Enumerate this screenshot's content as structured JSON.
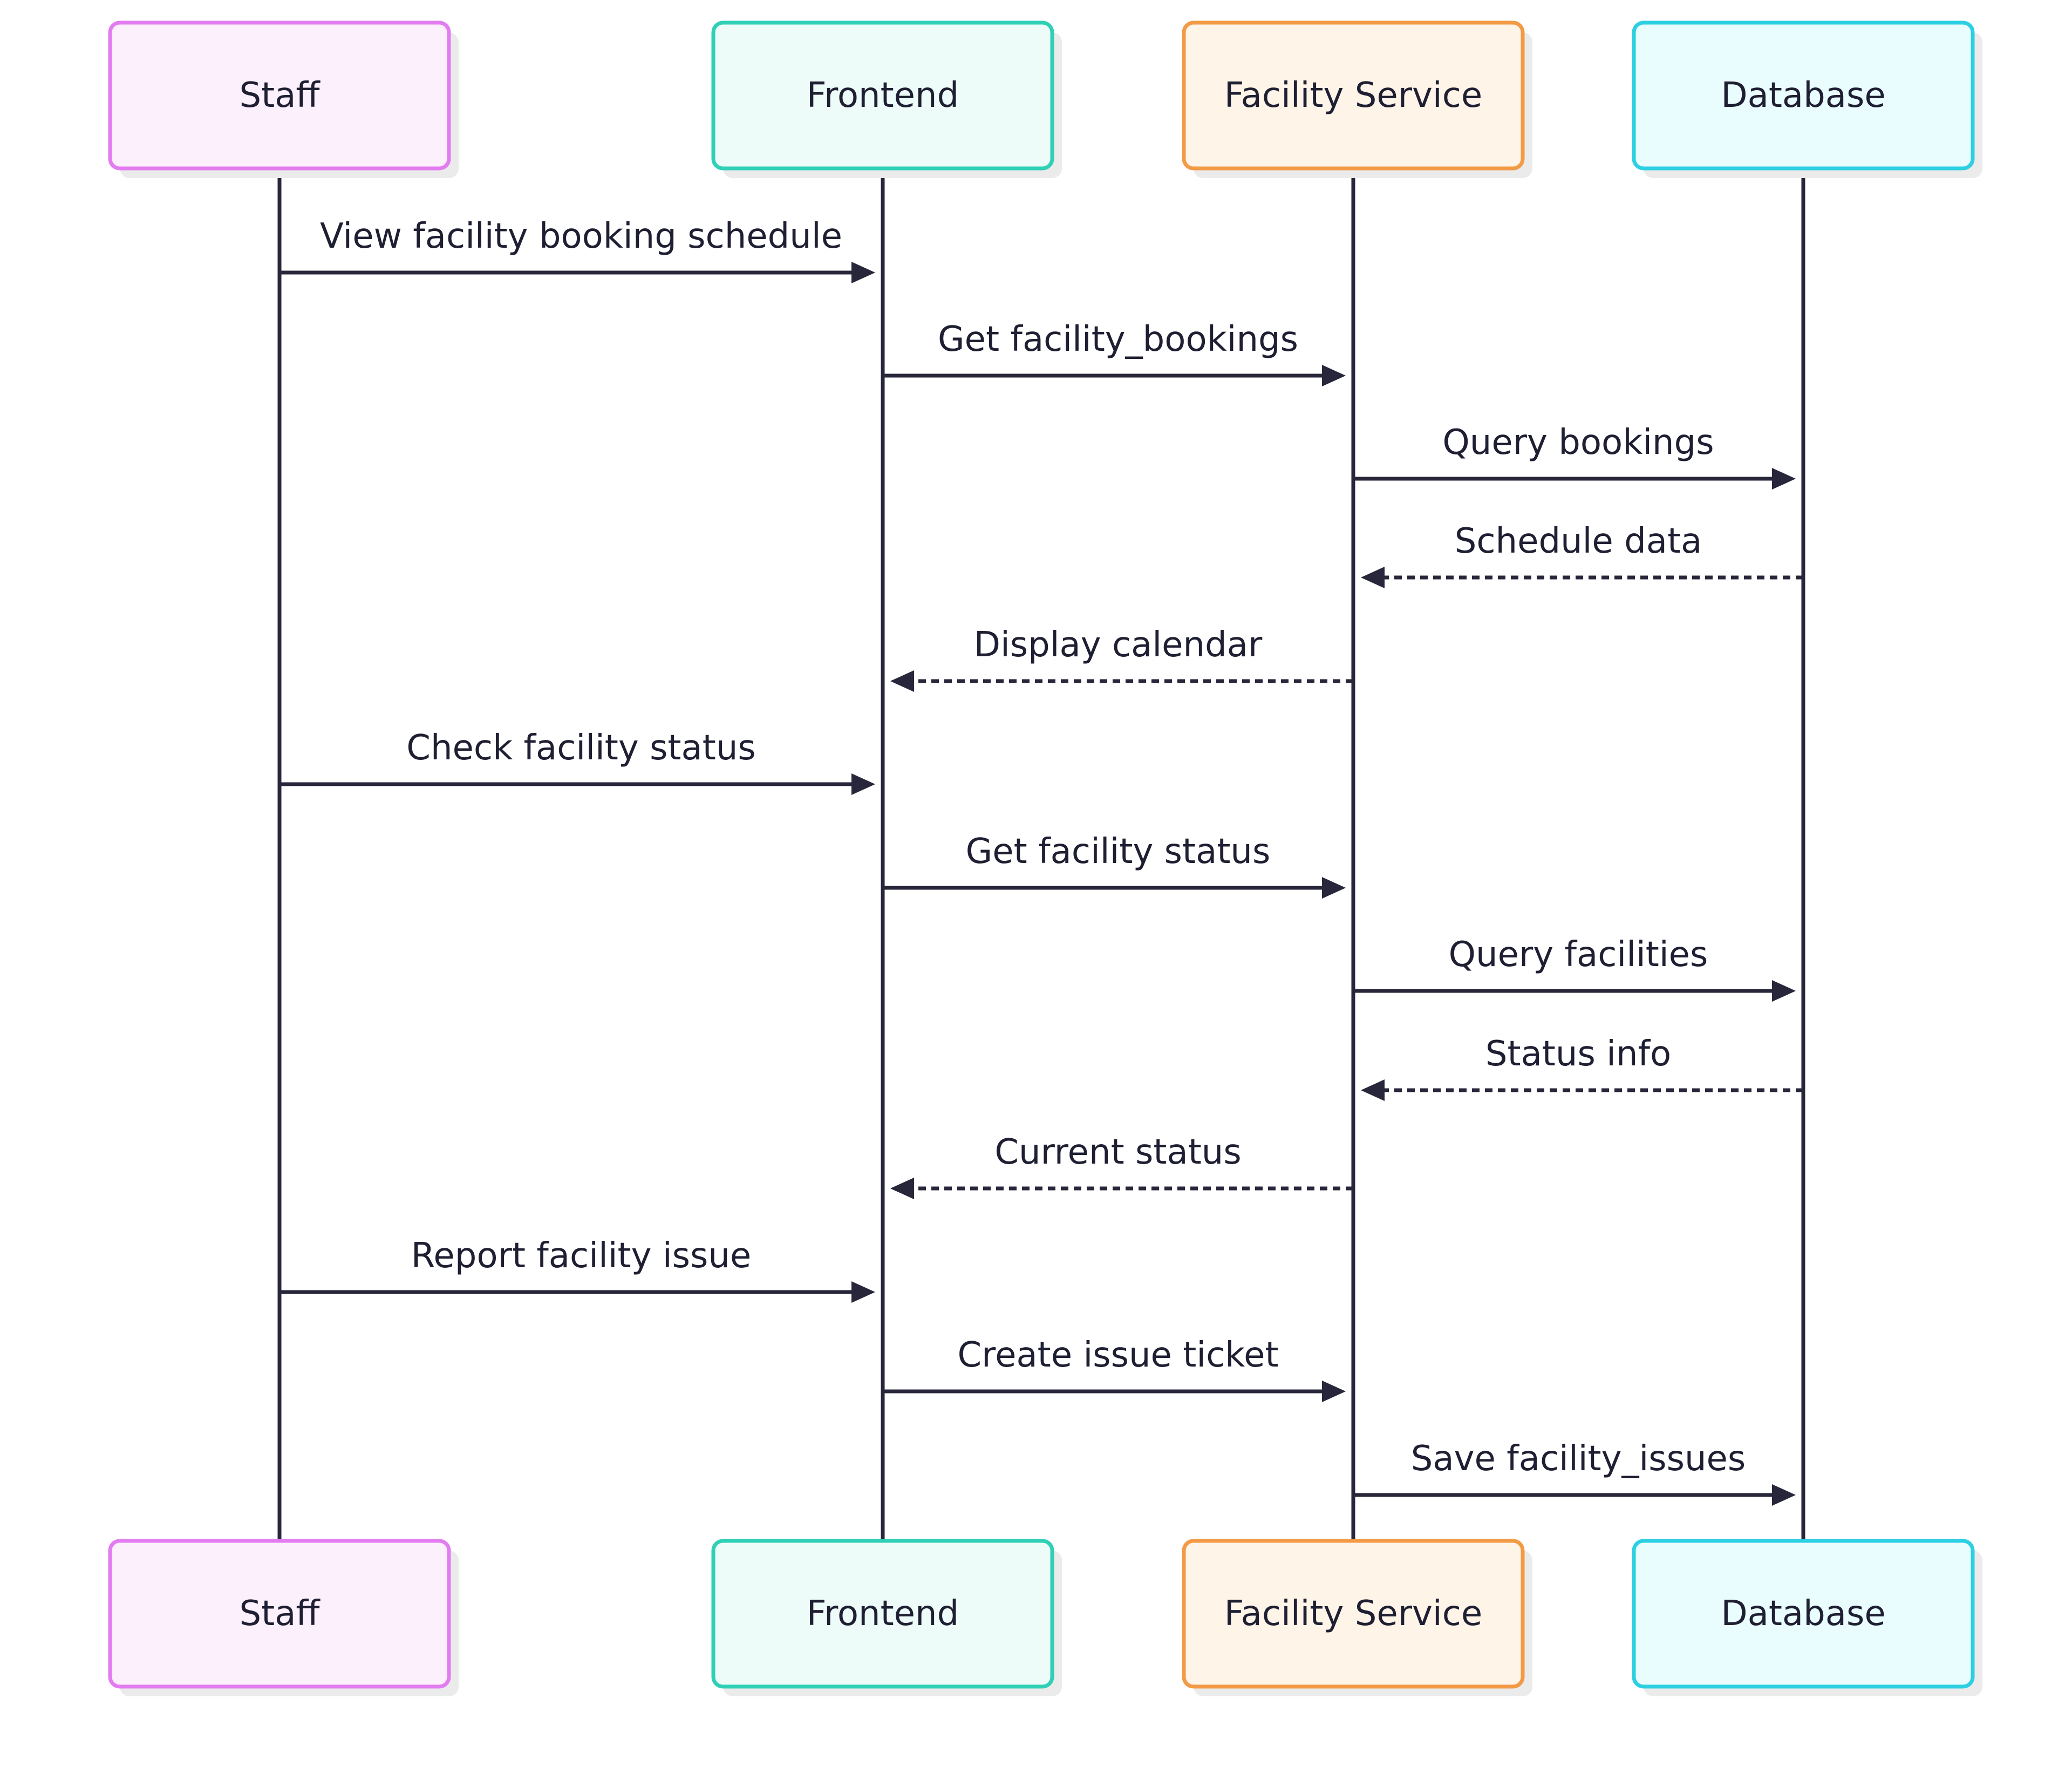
{
  "participants": [
    {
      "id": "staff",
      "label": "Staff",
      "border": "#e27cf0",
      "fill": "#fdf0fd"
    },
    {
      "id": "frontend",
      "label": "Frontend",
      "border": "#2fd0b6",
      "fill": "#edfcf8"
    },
    {
      "id": "facility",
      "label": "Facility Service",
      "border": "#f29a45",
      "fill": "#fff4e8"
    },
    {
      "id": "database",
      "label": "Database",
      "border": "#2dcfe2",
      "fill": "#e9fcfe"
    }
  ],
  "messages": [
    {
      "from": "staff",
      "to": "frontend",
      "label": "View facility booking schedule",
      "style": "solid"
    },
    {
      "from": "frontend",
      "to": "facility",
      "label": "Get facility_bookings",
      "style": "solid"
    },
    {
      "from": "facility",
      "to": "database",
      "label": "Query bookings",
      "style": "solid"
    },
    {
      "from": "database",
      "to": "facility",
      "label": "Schedule data",
      "style": "dotted"
    },
    {
      "from": "facility",
      "to": "frontend",
      "label": "Display calendar",
      "style": "dotted"
    },
    {
      "from": "staff",
      "to": "frontend",
      "label": "Check facility status",
      "style": "solid"
    },
    {
      "from": "frontend",
      "to": "facility",
      "label": "Get facility status",
      "style": "solid"
    },
    {
      "from": "facility",
      "to": "database",
      "label": "Query facilities",
      "style": "solid"
    },
    {
      "from": "database",
      "to": "facility",
      "label": "Status info",
      "style": "dotted"
    },
    {
      "from": "facility",
      "to": "frontend",
      "label": "Current status",
      "style": "dotted"
    },
    {
      "from": "staff",
      "to": "frontend",
      "label": "Report facility issue",
      "style": "solid"
    },
    {
      "from": "frontend",
      "to": "facility",
      "label": "Create issue ticket",
      "style": "solid"
    },
    {
      "from": "facility",
      "to": "database",
      "label": "Save facility_issues",
      "style": "solid"
    }
  ]
}
